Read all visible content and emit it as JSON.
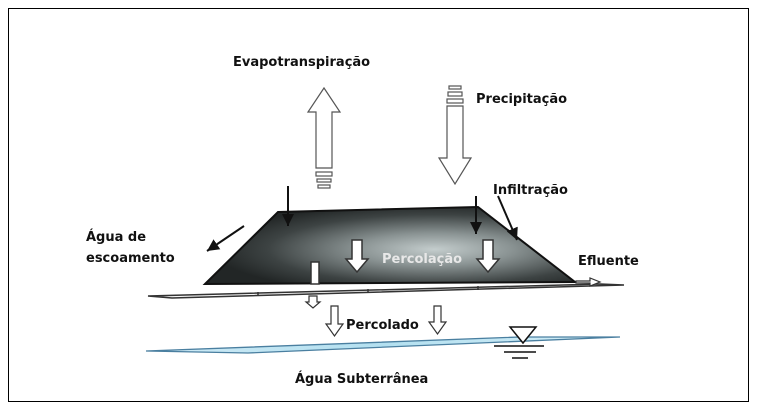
{
  "labels": {
    "evapotranspiration": "Evapotranspiração",
    "precipitation": "Precipitação",
    "infiltration": "Infiltração",
    "runoff_line1": "Água de",
    "runoff_line2": "escoamento",
    "percolation": "Percolação",
    "effluent": "Efluente",
    "leachate": "Percolado",
    "groundwater": "Água Subterrânea"
  },
  "colors": {
    "mound_dark": "#2a2e2e",
    "mound_light": "#b9c3c3",
    "water": "#bde4f2",
    "water_stroke": "#4a7fa0"
  }
}
